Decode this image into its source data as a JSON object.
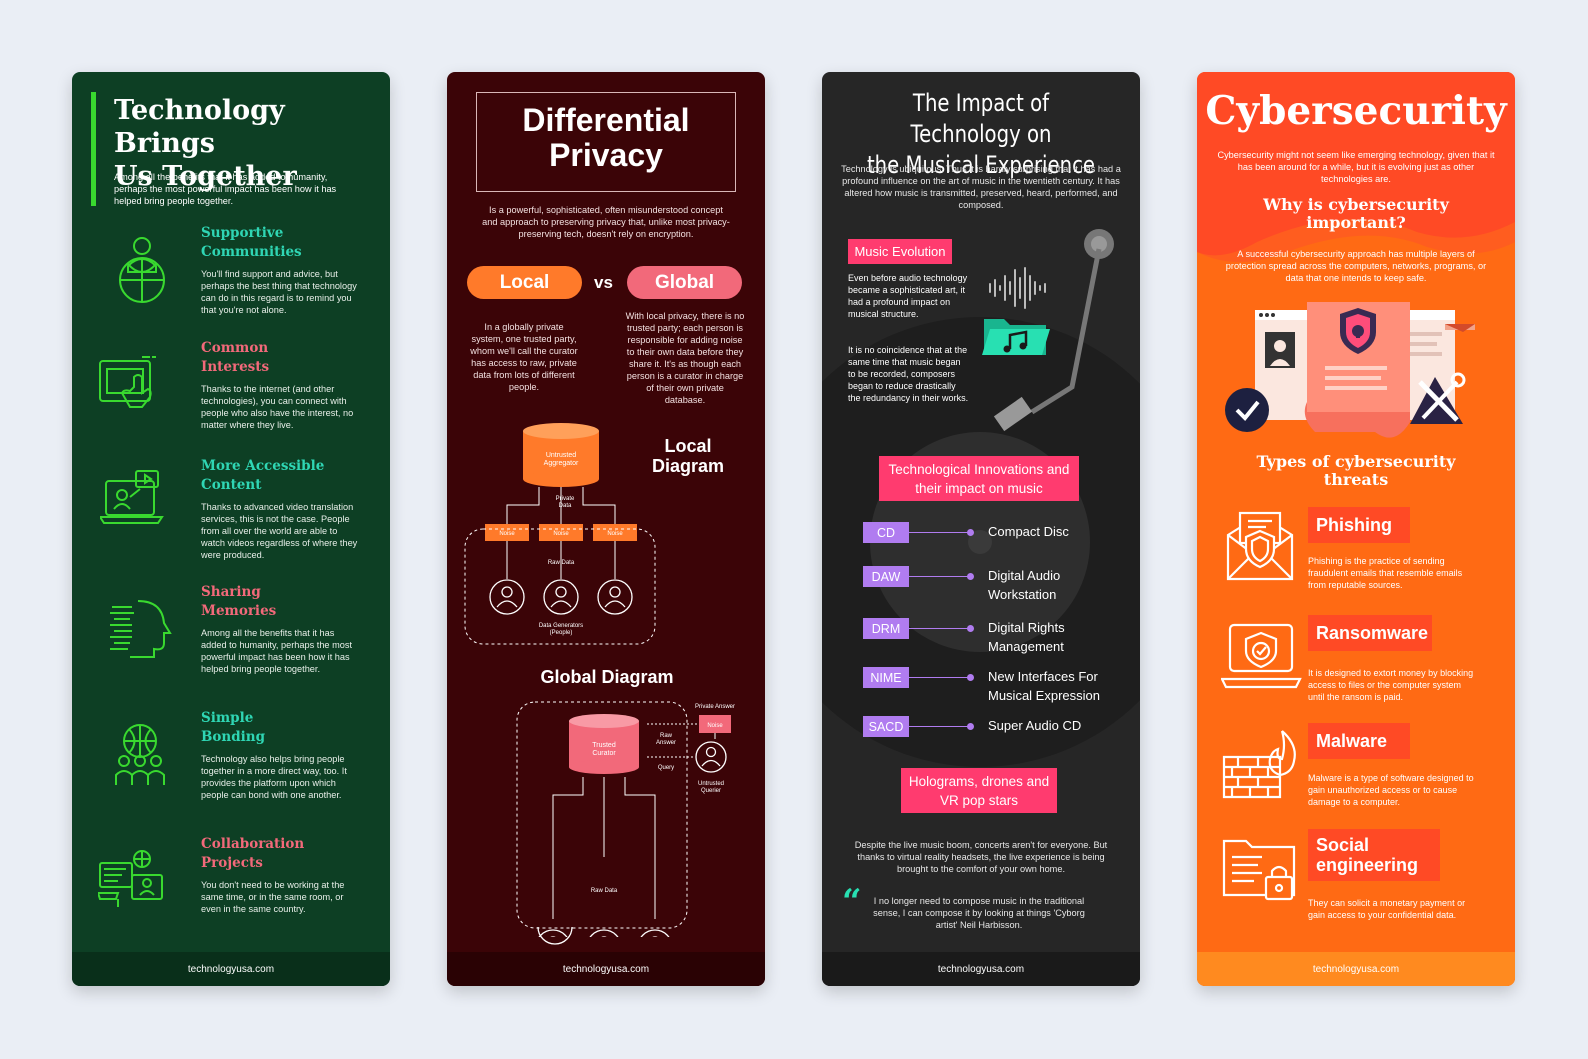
{
  "panel1": {
    "title_line1": "Technology Brings",
    "title_line2": "Us Together",
    "intro": "Among all the benefits that it has added to humanity, perhaps the most powerful impact has been how it has helped bring people together.",
    "items": [
      {
        "title1": "Supportive",
        "title2": "Communities",
        "text": "You'll find support and advice, but perhaps the best thing that technology can do in this regard is to remind you that you're not alone.",
        "icon": "person-globe-icon"
      },
      {
        "title1": "Common",
        "title2": "Interests",
        "text": "Thanks to the internet (and other technologies), you can connect with people who also have the interest, no matter where they live.",
        "icon": "touch-screen-icon"
      },
      {
        "title1": "More Accessible",
        "title2": "Content",
        "text": "Thanks to advanced video translation services, this is not the case. People from all over the world are able to watch videos regardless of where they were produced.",
        "icon": "video-laptop-icon"
      },
      {
        "title1": "Sharing",
        "title2": "Memories",
        "text": "Among all the benefits that it has added to humanity, perhaps the most powerful impact has been how it has helped bring people together.",
        "icon": "head-memory-icon"
      },
      {
        "title1": "Simple",
        "title2": "Bonding",
        "text": "Technology also helps bring people together in a more direct way, too. It provides the platform upon which people can bond with one another.",
        "icon": "globe-people-icon"
      },
      {
        "title1": "Collaboration",
        "title2": "Projects",
        "text": "You don't need to be working at the same time, or in the same room, or even in the same country.",
        "icon": "collaboration-icon"
      }
    ],
    "footer": "technologyusa.com"
  },
  "panel2": {
    "title_line1": "Differential",
    "title_line2": "Privacy",
    "intro": "Is a powerful, sophisticated, often misunderstood concept and approach to preserving privacy that, unlike most privacy-preserving tech, doesn't rely on encryption.",
    "local_label": "Local",
    "vs_label": "vs",
    "global_label": "Global",
    "local_text": "In a globally private system, one trusted party, whom we'll call the curator has access to raw, private data from lots of different people.",
    "global_text": "With local privacy, there is no trusted party; each person is responsible for adding noise to their own data before they share it. It's as though each person is a curator in charge of their own private database.",
    "local_diagram_title1": "Local",
    "local_diagram_title2": "Diagram",
    "untrusted_aggregator1": "Untrusted",
    "untrusted_aggregator2": "Aggregator",
    "private_data1": "Private",
    "private_data2": "Data",
    "noise": "Noise",
    "raw_data": "Raw Data",
    "data_generators1": "Data Generators",
    "data_generators2": "(People)",
    "global_diagram_title": "Global Diagram",
    "trusted_curator1": "Trusted",
    "trusted_curator2": "Curator",
    "private_answer": "Private Answer",
    "raw_answer1": "Raw",
    "raw_answer2": "Answer",
    "query": "Query",
    "untrusted_querier1": "Untrusted",
    "untrusted_querier2": "Querier",
    "footer": "technologyusa.com"
  },
  "panel3": {
    "title_line1": "The Impact of Technology on",
    "title_line2": "the Musical Experience",
    "intro": "Technology is ubiquitous. Thus it is hardly surprising that it has had a profound influence on the art of music in the twentieth century. It has altered how music is transmitted, preserved, heard, performed, and composed.",
    "music_evolution": "Music Evolution",
    "evo_text1": "Even before audio technology became a sophisticated art, it had a profound impact on musical structure.",
    "evo_text2": "It is no coincidence that at the same time that music began to be recorded, composers began to reduce drastically the redundancy in their works.",
    "innovations_line1": "Technological Innovations and",
    "innovations_line2": "their impact on music",
    "terms": [
      {
        "abbr": "CD",
        "line1": "Compact Disc",
        "line2": ""
      },
      {
        "abbr": "DAW",
        "line1": "Digital Audio",
        "line2": "Workstation"
      },
      {
        "abbr": "DRM",
        "line1": "Digital Rights",
        "line2": "Management"
      },
      {
        "abbr": "NIME",
        "line1": "New Interfaces For",
        "line2": "Musical Expression"
      },
      {
        "abbr": "SACD",
        "line1": "Super Audio CD",
        "line2": ""
      }
    ],
    "holograms_line1": "Holograms, drones and",
    "holograms_line2": "VR pop stars",
    "outro": "Despite the live music boom, concerts aren't for everyone. But thanks to virtual reality headsets, the live experience is being brought to the comfort of your own home.",
    "quote": "I no longer need to compose music in the traditional sense, I can compose it by looking at things 'Cyborg artist' Neil Harbisson.",
    "footer": "technologyusa.com"
  },
  "panel4": {
    "title": "Cybersecurity",
    "intro": "Cybersecurity might not seem like emerging technology, given that it has been around for a while, but it is evolving just as other technologies are.",
    "why_line1": "Why is cybersecurity",
    "why_line2": "important?",
    "why_text": "A successful cybersecurity approach has multiple layers of protection spread across the computers, networks, programs, or data that one intends to keep safe.",
    "types_line1": "Types of cybersecurity",
    "types_line2": "threats",
    "threats": [
      {
        "name1": "Phishing",
        "name2": "",
        "text": "Phishing is the practice of sending fraudulent emails that resemble emails from reputable sources.",
        "icon": "email-shield-icon"
      },
      {
        "name1": "Ransomware",
        "name2": "",
        "text": "It is designed to extort money by blocking access to files or the computer system until the ransom is paid.",
        "icon": "laptop-shield-icon"
      },
      {
        "name1": "Malware",
        "name2": "",
        "text": "Malware is a type of software designed to gain unauthorized access or to cause damage to a computer.",
        "icon": "firewall-icon"
      },
      {
        "name1": "Social",
        "name2": "engineering",
        "text": "They can solicit a monetary payment or gain access to your confidential data.",
        "icon": "folder-lock-icon"
      }
    ],
    "footer": "technologyusa.com"
  },
  "colors": {
    "green_bg": "#0d3f24",
    "green_accent": "#39d92f",
    "maroon_bg": "#3b0407",
    "orange": "#ff7a2a",
    "pink": "#f2697a",
    "charcoal": "#262626",
    "magenta": "#ff3b6f",
    "purple": "#b07cf0",
    "cyber_orange": "#ff5d1f"
  }
}
